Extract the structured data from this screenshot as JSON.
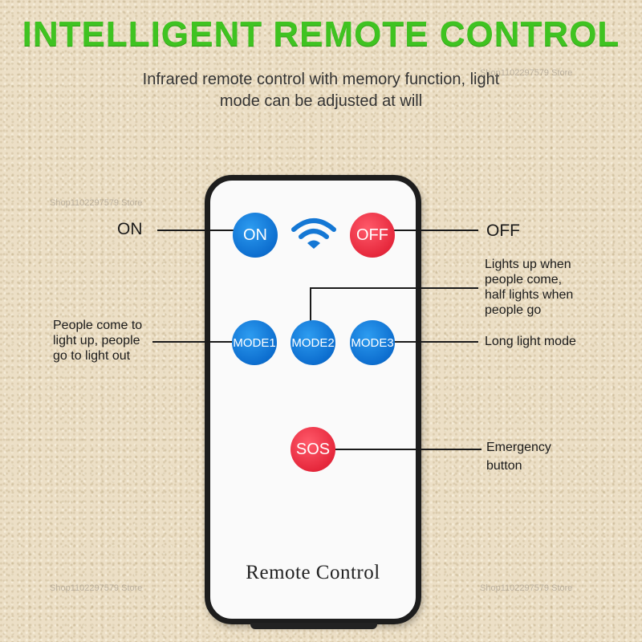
{
  "header": {
    "title": "INTELLIGENT REMOTE CONTROL",
    "subtitle_line1": "Infrared remote control with memory function, light",
    "subtitle_line2": "mode can be adjusted at will"
  },
  "remote": {
    "label": "Remote Control",
    "buttons": {
      "on": "ON",
      "off": "OFF",
      "mode1": "MODE1",
      "mode2": "MODE2",
      "mode3": "MODE3",
      "sos": "SOS"
    }
  },
  "annotations": {
    "on": "ON",
    "off": "OFF",
    "mode1": [
      "People come to",
      "light up, people",
      "go to light out"
    ],
    "mode2": [
      "Lights up when",
      "people come,",
      "half lights when",
      "people go"
    ],
    "mode3": "Long light mode",
    "sos": [
      "Emergency",
      "button"
    ]
  },
  "watermark": "Shop1102297579 Store",
  "colors": {
    "title_green": "#3fc321",
    "button_blue": "#0d6ecf",
    "button_red": "#e6283c",
    "background": "#ecdfc6"
  },
  "icons": {
    "signal": "wifi-signal-icon"
  }
}
